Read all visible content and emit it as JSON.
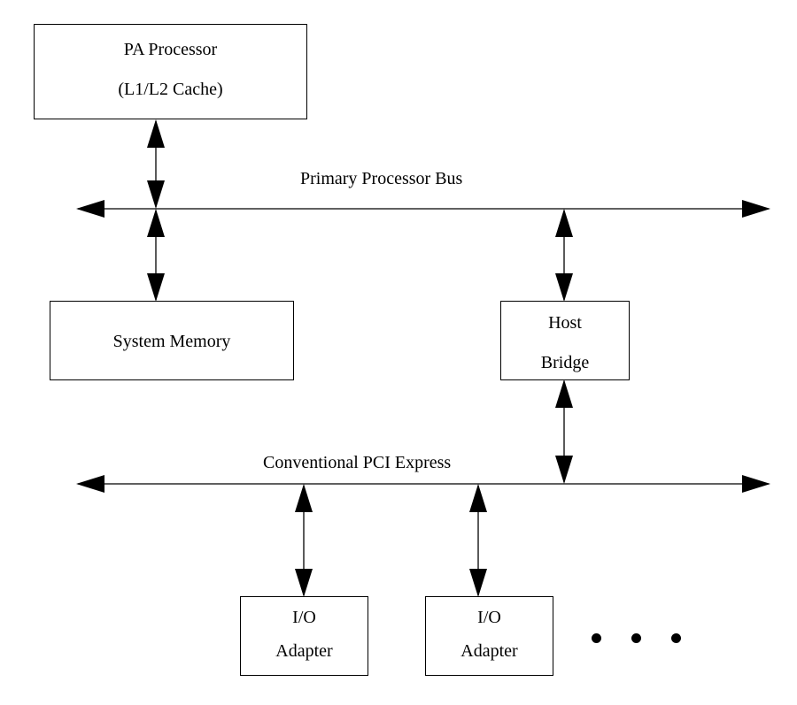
{
  "nodes": {
    "processor": {
      "line1": "PA Processor",
      "line2": "(L1/L2 Cache)"
    },
    "memory": {
      "label": "System Memory"
    },
    "host_bridge": {
      "line1": "Host",
      "line2": "Bridge"
    },
    "adapter1": {
      "line1": "I/O",
      "line2": "Adapter"
    },
    "adapter2": {
      "line1": "I/O",
      "line2": "Adapter"
    }
  },
  "buses": {
    "primary": {
      "label": "Primary Processor Bus"
    },
    "pci": {
      "label": "Conventional PCI Express"
    }
  },
  "continuation": {
    "dots": 3
  }
}
